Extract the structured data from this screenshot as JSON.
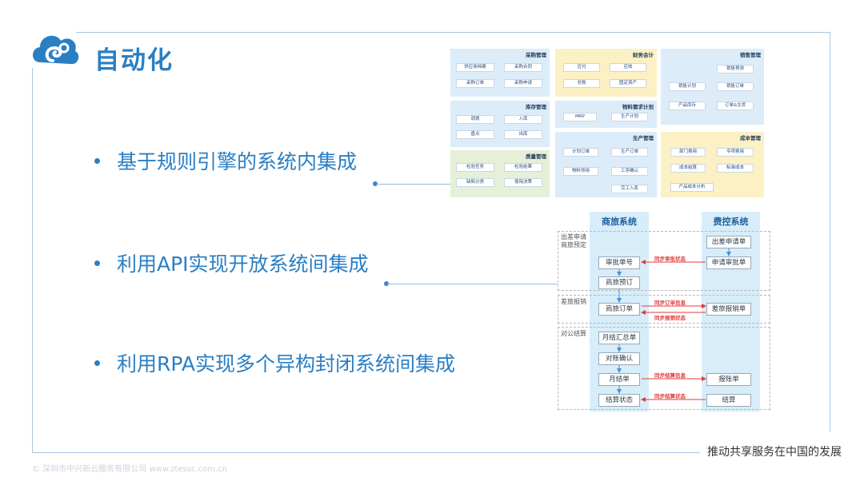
{
  "header": {
    "title": "自动化"
  },
  "bullets": [
    {
      "text": "基于规则引擎的系统内集成"
    },
    {
      "text": "利用API实现开放系统间集成"
    },
    {
      "text": "利用RPA实现多个异构封闭系统间集成"
    }
  ],
  "footer": {
    "slogan": "推动共享服务在中国的发展",
    "copyright": "© 深圳市中兴新云服务有限公司 www.ztessc.com.cn"
  },
  "erp": {
    "panels": {
      "procurement": {
        "title": "采购管理",
        "items": [
          "供应商档案",
          "采购合同",
          "采购订单",
          "采购申请"
        ]
      },
      "finance": {
        "title": "财务会计",
        "items": [
          "应付",
          "应收",
          "总账",
          "固定资产"
        ]
      },
      "sales": {
        "title": "销售管理",
        "items": [
          "销售预测",
          "销售计划",
          "销售订单",
          "产品库存",
          "订单&交货"
        ]
      },
      "inventory": {
        "title": "库存管理",
        "items": [
          "调拨",
          "入库",
          "盘点",
          "出库"
        ]
      },
      "mrp": {
        "title": "物料需求计划",
        "items": [
          "MRP",
          "生产计划"
        ]
      },
      "cost": {
        "title": "成本管理",
        "items": [
          "部门费用",
          "专项费用",
          "成本结算",
          "标准成本",
          "产品成本分析"
        ]
      },
      "quality": {
        "title": "质量管理",
        "items": [
          "检验任务",
          "检验结果",
          "缺陷分类",
          "使用决策"
        ]
      },
      "production": {
        "title": "生产管理",
        "items": [
          "计划订单",
          "生产订单",
          "物料领用",
          "工序确认",
          "完工入库"
        ]
      }
    }
  },
  "integration": {
    "col_left": "商旅系统",
    "col_right": "费控系统",
    "sections": [
      {
        "label": "出差申请\n商旅预定"
      },
      {
        "label": "差旅报销"
      },
      {
        "label": "对公结算"
      }
    ],
    "left_boxes": [
      "审批单号",
      "商旅预订",
      "商旅订单",
      "月结汇总单",
      "对账确认",
      "月结单",
      "结算状态"
    ],
    "right_boxes": [
      "出差申请单",
      "申请审批单",
      "差旅报销单",
      "报账单",
      "结算"
    ],
    "sync_labels": [
      "同步审批状态",
      "同步订单信息",
      "同步报销状态",
      "同步结算信息",
      "同步结算状态"
    ]
  },
  "colors": {
    "accent": "#2a7fc4",
    "frame": "#a9c6e4",
    "sync_red": "#e23b3b",
    "panel_blue": "#dcecf8",
    "panel_yellow": "#fbf1c4",
    "panel_green": "#e6f0d8"
  }
}
